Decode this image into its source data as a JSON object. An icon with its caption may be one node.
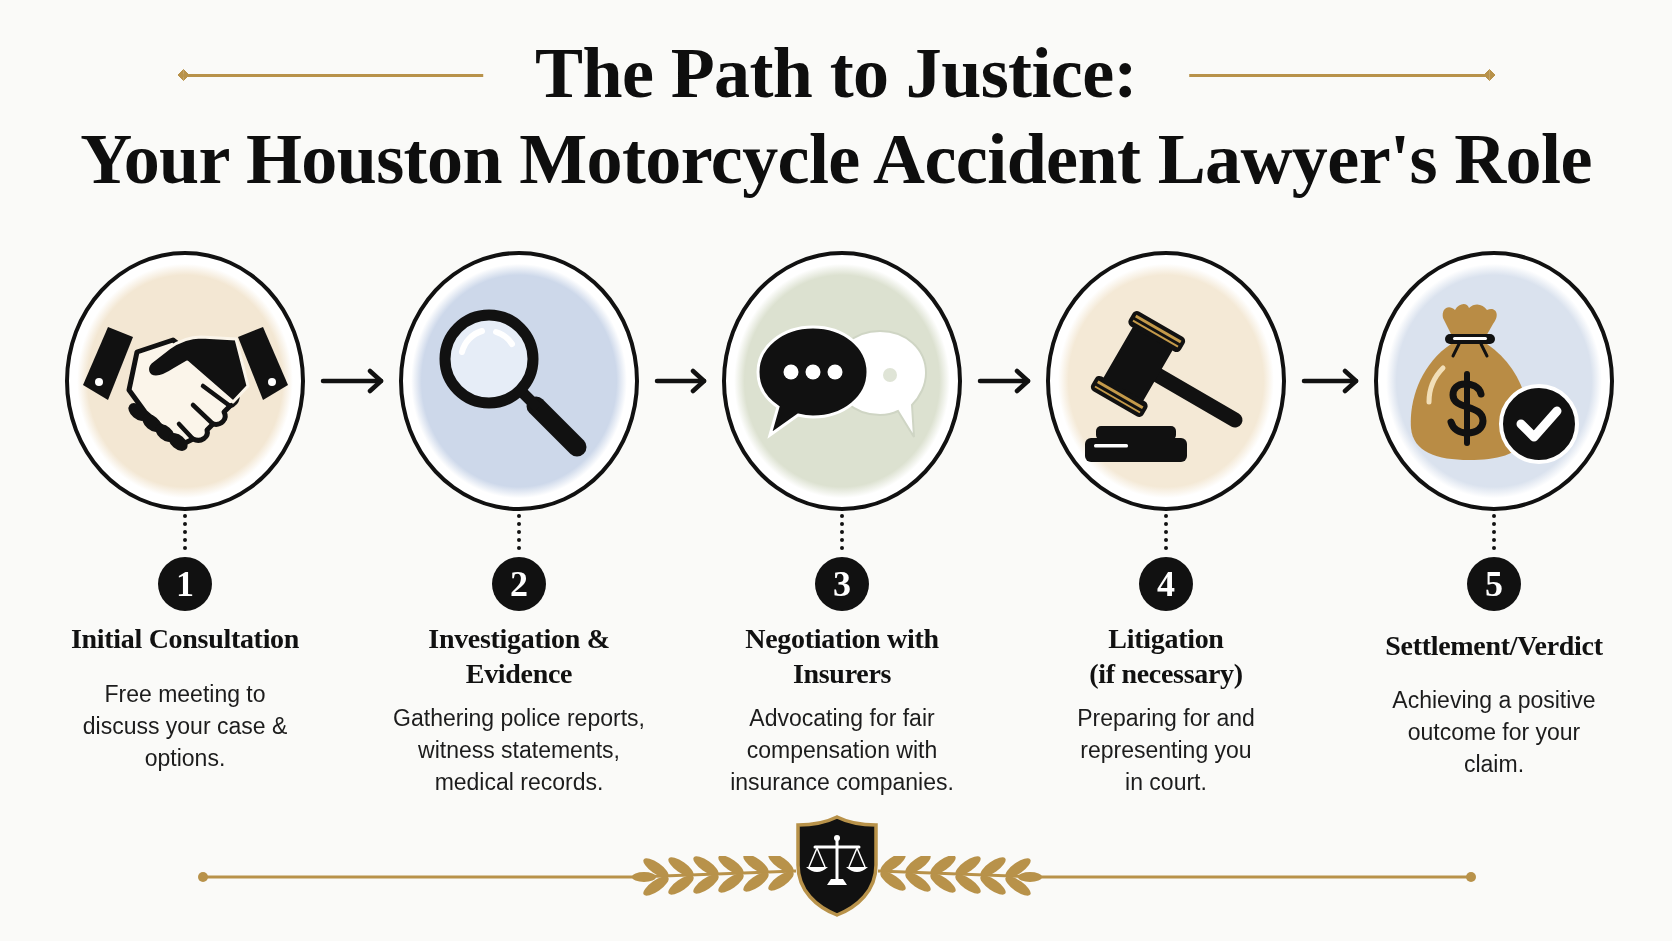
{
  "diagram": {
    "title": "The Path to Justice: Your Houston Motorcycle Accident Lawyer's Role",
    "nodes": [
      {
        "text": [],
        "shape": "circle"
      },
      {
        "text": [],
        "shape": "circle"
      },
      {
        "text": [],
        "shape": "circle"
      },
      {
        "text": [],
        "shape": "circle"
      },
      {
        "text": [],
        "shape": "circle"
      },
      {
        "text": [
          "1"
        ],
        "beside": [
          "Initial Consultation",
          "Free meeting to discuss your case & options."
        ]
      },
      {
        "text": [
          "2"
        ],
        "beside": [
          "Investigation & Evidence",
          "Gathering police reports, witness statements, medical records."
        ]
      },
      {
        "text": [
          "3"
        ],
        "beside": [
          "Negotiation with Insurers",
          "Advocating for fair compensation with insurance companies."
        ]
      },
      {
        "text": [
          "4"
        ],
        "beside": [
          "Litigation (if necessary)",
          "Preparing for and representing you in court."
        ]
      },
      {
        "text": [
          "5"
        ],
        "beside": [
          "Settlement/Verdict",
          "Achieving a positive outcome for your claim."
        ]
      }
    ],
    "edges": [
      {
        "from": 0,
        "to": 1,
        "arrow": "to"
      },
      {
        "from": 1,
        "to": 2,
        "arrow": "to"
      },
      {
        "from": 2,
        "to": 3,
        "arrow": "to"
      },
      {
        "from": 3,
        "to": 4,
        "arrow": "to"
      },
      {
        "from": 0,
        "to": 5,
        "arrow": "none",
        "style": "dashed"
      },
      {
        "from": 1,
        "to": 6,
        "arrow": "none",
        "style": "dashed"
      },
      {
        "from": 2,
        "to": 7,
        "arrow": "none",
        "style": "dashed"
      },
      {
        "from": 3,
        "to": 8,
        "arrow": "none",
        "style": "dashed"
      },
      {
        "from": 4,
        "to": 9,
        "arrow": "none",
        "style": "dashed"
      }
    ]
  }
}
